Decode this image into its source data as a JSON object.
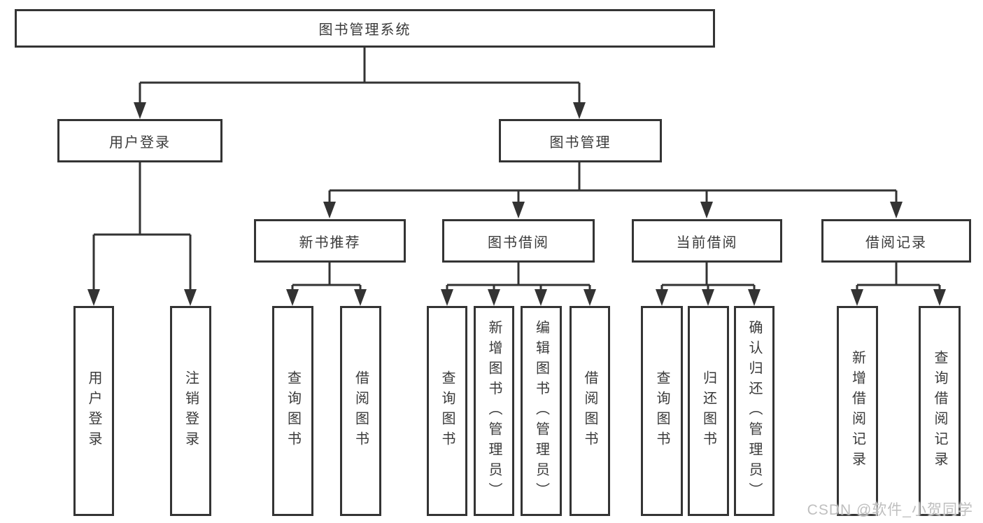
{
  "diagram": {
    "watermark": "CSDN @软件_小贺同学",
    "colors": {
      "line": "#333333",
      "box_border": "#343434",
      "text": "#3a3a3a",
      "background": "#ffffff",
      "watermark_text": "#bfbfbf"
    },
    "tree": {
      "label": "图书管理系统",
      "children": [
        {
          "label": "用户登录",
          "children": [
            {
              "label": "用户登录"
            },
            {
              "label": "注销登录"
            }
          ]
        },
        {
          "label": "图书管理",
          "children": [
            {
              "label": "新书推荐",
              "children": [
                {
                  "label": "查询图书"
                },
                {
                  "label": "借阅图书"
                }
              ]
            },
            {
              "label": "图书借阅",
              "children": [
                {
                  "label": "查询图书"
                },
                {
                  "label": "新增图书（管理员）"
                },
                {
                  "label": "编辑图书（管理员）"
                },
                {
                  "label": "借阅图书"
                }
              ]
            },
            {
              "label": "当前借阅",
              "children": [
                {
                  "label": "查询图书"
                },
                {
                  "label": "归还图书"
                },
                {
                  "label": "确认归还（管理员）"
                }
              ]
            },
            {
              "label": "借阅记录",
              "children": [
                {
                  "label": "新增借阅记录"
                },
                {
                  "label": "查询借阅记录"
                }
              ]
            }
          ]
        }
      ]
    }
  }
}
